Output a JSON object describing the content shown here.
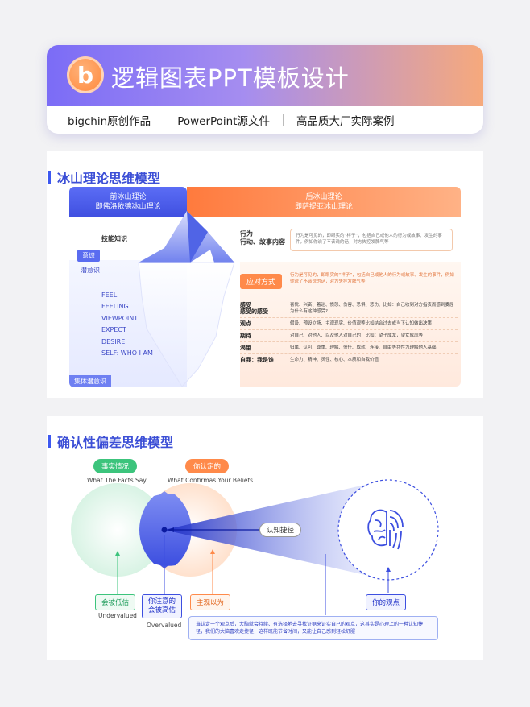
{
  "header": {
    "logo_letter": "b",
    "title": "逻辑图表PPT模板设计",
    "subtitles": [
      "bigchin原创作品",
      "PowerPoint源文件",
      "高品质大厂实际案例"
    ]
  },
  "iceberg": {
    "title": "冰山理论思维模型",
    "pre_head": [
      "前冰山理论",
      "即佛洛依德冰山理论"
    ],
    "post_head": [
      "后冰山理论",
      "即萨提亚冰山理论"
    ],
    "skill_label": "技能知识",
    "conscious_label": "意识",
    "subconscious_label": "潜意识",
    "collective_label": "集体潜意识",
    "feel_list": [
      "FEEL",
      "FEELING",
      "VIEWPOINT",
      "EXPECT",
      "DESIRE",
      "SELF: WHO I AM"
    ],
    "behavior_label": [
      "行为",
      "行动、故事内容"
    ],
    "behavior_desc": "行为是可见的，即眼实的“样子”，包括自己或他人的行为或故事、发生的事件，例如你说了不该说的话，对方失控发脾气等",
    "response_label": "应对方式",
    "response_desc": "行为是可见的，即眼实的“样子”，包括自己或他人的行为或故事、发生的事件，例如你说了不该说的话，对方失控发脾气等",
    "rows": [
      {
        "k": "感受",
        "k2": "感受的感受",
        "v": "喜悦、兴奋、着迷、愤怒、伤害、恐惧、悲伤、比如：自己收到对方指责而感到委屈为什么有这种感受?"
      },
      {
        "k": "观点",
        "k2": "",
        "v": "假设、预设立场、主观现实、价值观等比如结合过去或当下认知做出决策"
      },
      {
        "k": "期待",
        "k2": "",
        "v": "对自己、对他人、以及他人对自己的，比如：望子成龙，望女成凤等"
      },
      {
        "k": "渴望",
        "k2": "",
        "v": "归属、认可、尊重、理解、信任、成就、连接、自由等共性为理解他人基础"
      },
      {
        "k": "自我：我是谁",
        "k2": "",
        "v": "生命力、精神、灵性、核心、本质和自我价值"
      }
    ]
  },
  "bias": {
    "title": "确认性偏差思维模型",
    "facts_pill": "事实情况",
    "facts_caption": "What The Facts Say",
    "beliefs_pill": "你认定的",
    "beliefs_caption": "What Confirmas Your Beliefs",
    "cognitive_shortcut": "认知捷径",
    "undervalued_label": "会被低估",
    "undervalued_caption": "Undervalued",
    "overvalued_label": [
      "你注意的",
      "会被高估"
    ],
    "overvalued_caption": "Overvalued",
    "subjective_label": "主观以为",
    "your_view_label": "你的观点",
    "description": "当认定一个观点后，大脑就会持续、有选择地去寻找证据来证实自己的观点，这其实是心理上的一种认知捷径，我们的大脑喜欢走捷径，这样既能节省时间，又能让自己感到轻松舒服",
    "colors": {
      "green": "#3cc47c",
      "orange": "#ff8a4a",
      "blue": "#3d4fe0"
    }
  }
}
